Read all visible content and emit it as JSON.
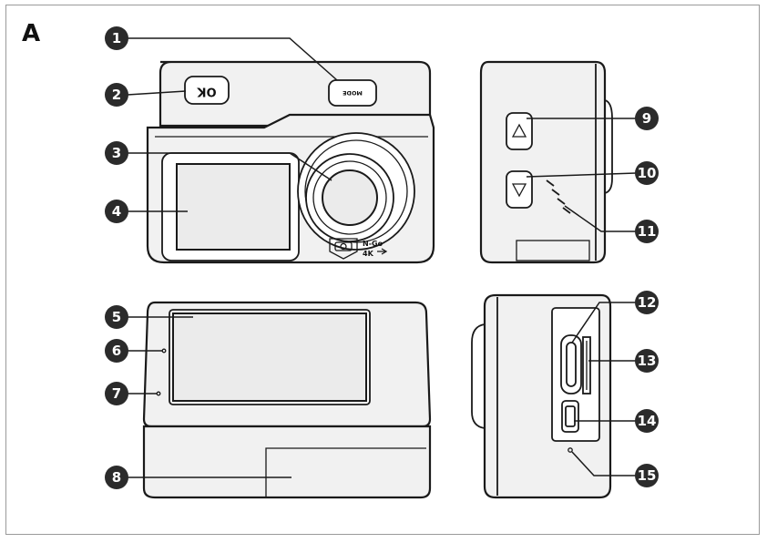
{
  "figure_label": "A",
  "buttons": {
    "ok_label": "OK",
    "mode_label": "MODE"
  },
  "branding": {
    "brand": "N-Go",
    "resolution": "4K"
  },
  "callouts": [
    {
      "number": "1"
    },
    {
      "number": "2"
    },
    {
      "number": "3"
    },
    {
      "number": "4"
    },
    {
      "number": "5"
    },
    {
      "number": "6"
    },
    {
      "number": "7"
    },
    {
      "number": "8"
    },
    {
      "number": "9"
    },
    {
      "number": "10"
    },
    {
      "number": "11"
    },
    {
      "number": "12"
    },
    {
      "number": "13"
    },
    {
      "number": "14"
    },
    {
      "number": "15"
    }
  ]
}
